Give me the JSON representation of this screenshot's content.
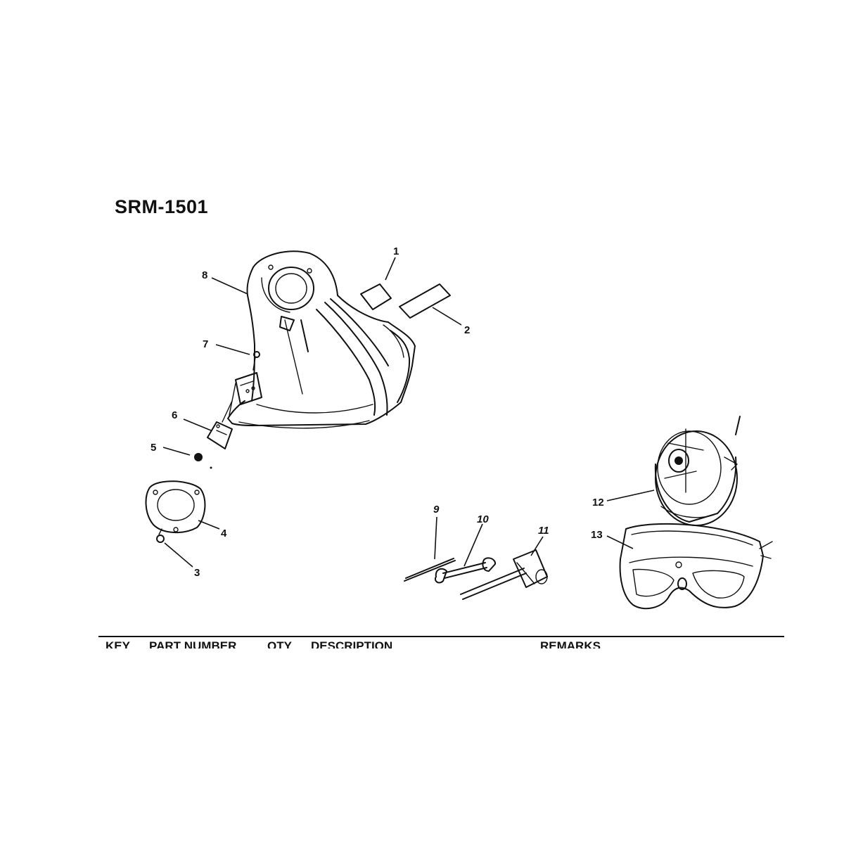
{
  "title": "SRM-1501",
  "parts": [
    {
      "key": "1"
    },
    {
      "key": "2"
    },
    {
      "key": "3"
    },
    {
      "key": "4"
    },
    {
      "key": "5"
    },
    {
      "key": "6"
    },
    {
      "key": "7"
    },
    {
      "key": "8"
    },
    {
      "key": "9"
    },
    {
      "key": "10"
    },
    {
      "key": "11"
    },
    {
      "key": "12"
    },
    {
      "key": "13"
    }
  ],
  "table_header": {
    "key": "KEY",
    "part_number": "PART NUMBER",
    "qty": "QTY",
    "description": "DESCRIPTION",
    "remarks": "REMARKS"
  }
}
